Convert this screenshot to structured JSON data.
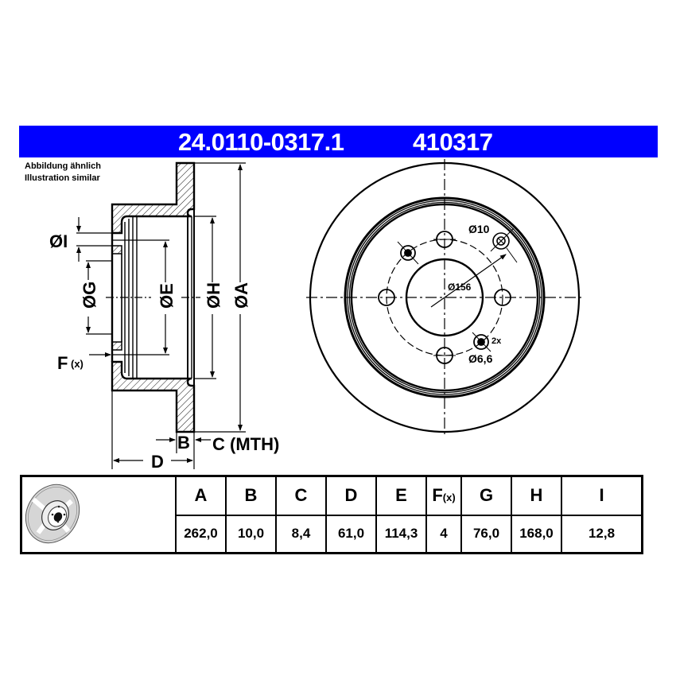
{
  "header": {
    "part_number": "24.0110-0317.1",
    "alt_number": "410317",
    "bar_color": "#0000ff"
  },
  "notes": {
    "line1": "Abbildung ähnlich",
    "line2": "Illustration similar"
  },
  "side_view": {
    "labels": {
      "I": "ØI",
      "G": "ØG",
      "E": "ØE",
      "H": "ØH",
      "A": "ØA",
      "F": "F",
      "F_sub": "(x)",
      "B": "B",
      "C": "C (MTH)",
      "D": "D"
    }
  },
  "front_view": {
    "labels": {
      "hole_large": "Ø10",
      "pcd": "Ø156",
      "hole_small_count": "2x",
      "hole_small": "Ø6,6"
    },
    "bolt_holes": 4
  },
  "specs_table": {
    "icon": "brake-disc-icon",
    "columns": [
      {
        "key": "A",
        "label": "A",
        "value": "262,0"
      },
      {
        "key": "B",
        "label": "B",
        "value": "10,0"
      },
      {
        "key": "C",
        "label": "C",
        "value": "8,4"
      },
      {
        "key": "D",
        "label": "D",
        "value": "61,0"
      },
      {
        "key": "E",
        "label": "E",
        "value": "114,3"
      },
      {
        "key": "F",
        "label": "F",
        "sub": "(x)",
        "value": "4"
      },
      {
        "key": "G",
        "label": "G",
        "value": "76,0"
      },
      {
        "key": "H",
        "label": "H",
        "value": "168,0"
      },
      {
        "key": "I",
        "label": "I",
        "value": "12,8"
      }
    ]
  }
}
